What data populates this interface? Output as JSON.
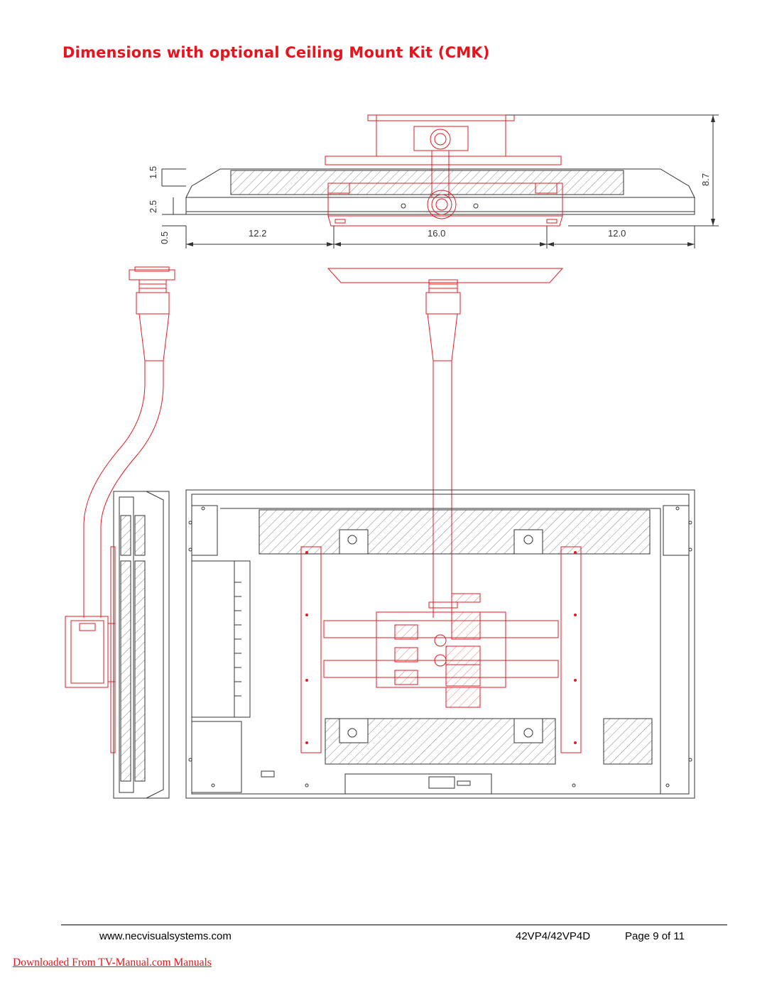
{
  "page": {
    "title": "Dimensions with optional Ceiling Mount Kit (CMK)"
  },
  "dimensions": {
    "vertical_labels": [
      "1.5",
      "2.5",
      "0.5",
      "8.7"
    ],
    "horizontal_labels": [
      "12.2",
      "16.0",
      "12.0"
    ]
  },
  "footer": {
    "website": "www.necvisualsystems.com",
    "model": "42VP4/42VP4D",
    "page": "Page 9 of 11"
  },
  "download_link": "Downloaded From TV-Manual.com Manuals",
  "colors": {
    "accent": "#e8141b",
    "drawing_red": "#e31b23",
    "drawing_black": "#333333"
  }
}
